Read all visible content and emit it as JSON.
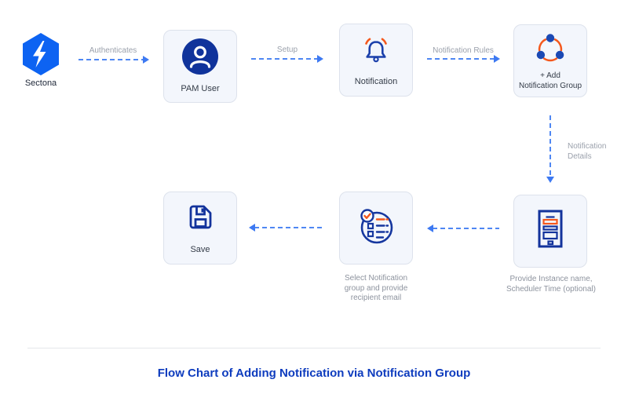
{
  "diagram": {
    "nodes": {
      "sectona": {
        "label": "Sectona",
        "icon": "sectona-lightning-hexagon-icon"
      },
      "pam_user": {
        "label": "PAM User",
        "icon": "user-icon"
      },
      "notification": {
        "label": "Notification",
        "icon": "bell-icon"
      },
      "add_notification_group": {
        "label_line1": "+ Add",
        "label_line2": "Notification Group",
        "icon": "group-dots-icon"
      },
      "provide_instance": {
        "caption_line1": "Provide Instance name,",
        "caption_line2": "Scheduler Time (optional)",
        "icon": "document-form-icon"
      },
      "select_notification_group": {
        "caption_line1": "Select Notification",
        "caption_line2": "group and provide",
        "caption_line3": "recipient email",
        "icon": "checklist-icon"
      },
      "save": {
        "label": "Save",
        "icon": "floppy-disk-icon"
      }
    },
    "edges": {
      "authenticates": {
        "label": "Authenticates"
      },
      "setup": {
        "label": "Setup"
      },
      "notification_rules": {
        "label": "Notification Rules"
      },
      "notification_details": {
        "label_line1": "Notification",
        "label_line2": "Details"
      }
    }
  },
  "footer": {
    "title": "Flow Chart of Adding Notification via Notification Group"
  },
  "colors": {
    "brand_blue": "#0d63f2",
    "navy_icon": "#14339c",
    "orange_accent": "#f4581d",
    "arrow_blue": "#4f87f3",
    "title_blue": "#0e3cbe",
    "node_background": "#f3f6fc",
    "node_border": "#dde2ec",
    "edge_label_gray": "#9ba1ac"
  }
}
